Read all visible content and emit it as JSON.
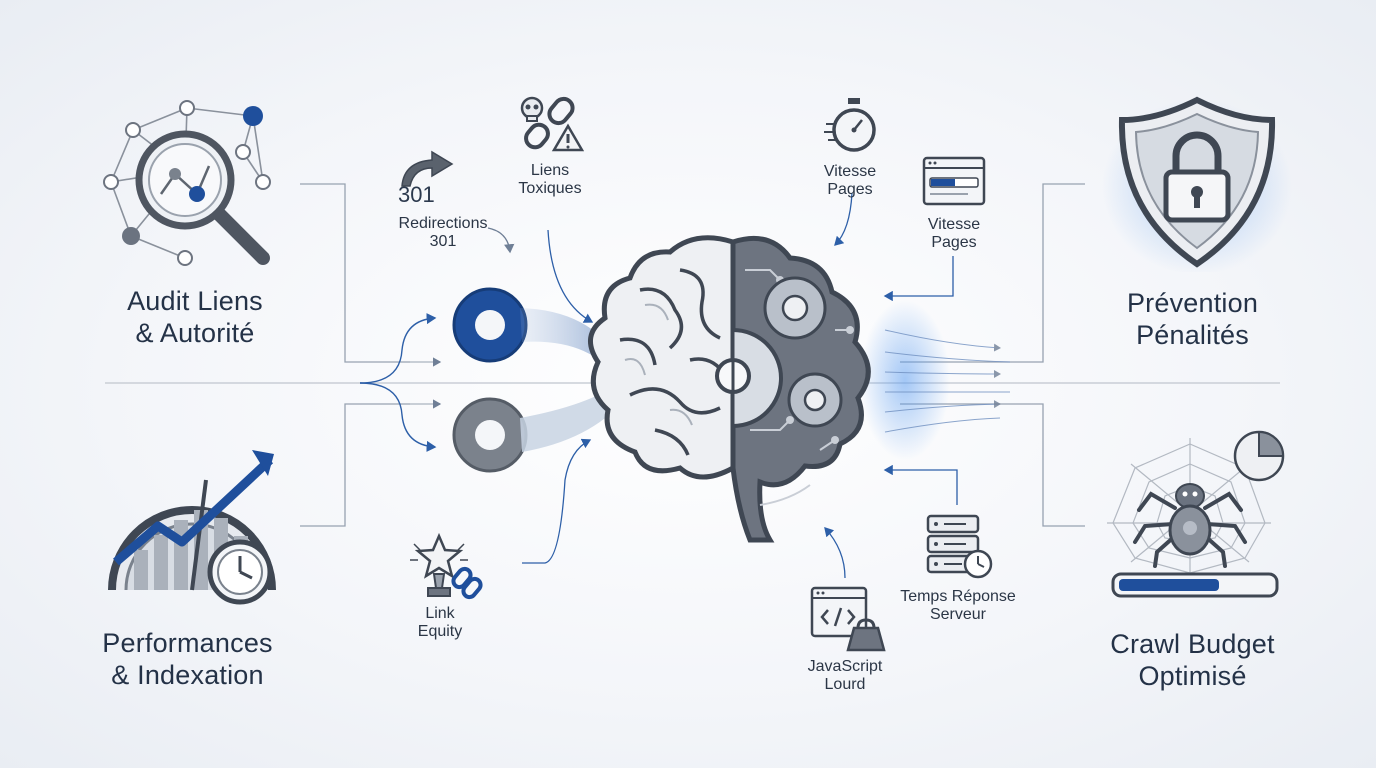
{
  "quadrants": {
    "audit": {
      "line1": "Audit Liens",
      "line2": "& Autorité",
      "icon": "network-magnifier-icon"
    },
    "performance": {
      "line1": "Performances",
      "line2": "& Indexation",
      "icon": "gauge-growth-clock-icon"
    },
    "prevention": {
      "line1": "Prévention",
      "line2": "Pénalités",
      "icon": "shield-lock-icon"
    },
    "crawl": {
      "line1": "Crawl Budget",
      "line2": "Optimisé",
      "icon": "spider-web-progress-icon"
    }
  },
  "inputs": {
    "redirections": {
      "badge": "301",
      "line1": "Redirections",
      "line2": "301",
      "icon": "redirect-arrow-icon"
    },
    "toxic": {
      "line1": "Liens",
      "line2": "Toxiques",
      "icon": "skull-broken-link-icon"
    },
    "equity": {
      "line1": "Link",
      "line2": "Equity",
      "icon": "star-trophy-link-icon"
    },
    "speed1": {
      "line1": "Vitesse",
      "line2": "Pages",
      "icon": "stopwatch-icon"
    },
    "speed2": {
      "line1": "Vitesse",
      "line2": "Pages",
      "icon": "browser-loading-icon"
    },
    "server": {
      "line1": "Temps Réponse",
      "line2": "Serveur",
      "icon": "server-clock-icon"
    },
    "js": {
      "line1": "JavaScript",
      "line2": "Lourd",
      "icon": "code-weight-icon"
    }
  },
  "center": {
    "icon": "brain-gears-icon",
    "links_icon": "link-chain-icon"
  },
  "colors": {
    "accent": "#1f4f9c",
    "glow": "#4d8fe6",
    "ink": "#243247",
    "gray": "#8a919c"
  }
}
